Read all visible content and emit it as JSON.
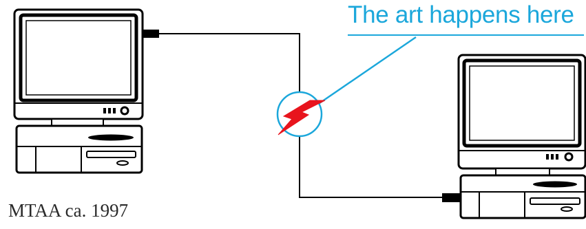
{
  "diagram": {
    "callout_text": "The art happens here",
    "credit_text": "MTAA ca. 1997",
    "colors": {
      "line": "#000000",
      "accent": "#1ba7db",
      "bolt": "#e8141d",
      "background": "#ffffff"
    },
    "nodes": [
      {
        "name": "left-computer",
        "kind": "desktop computer"
      },
      {
        "name": "right-computer",
        "kind": "desktop computer"
      },
      {
        "name": "connection-node",
        "icon": "lightning-bolt-icon"
      }
    ]
  }
}
